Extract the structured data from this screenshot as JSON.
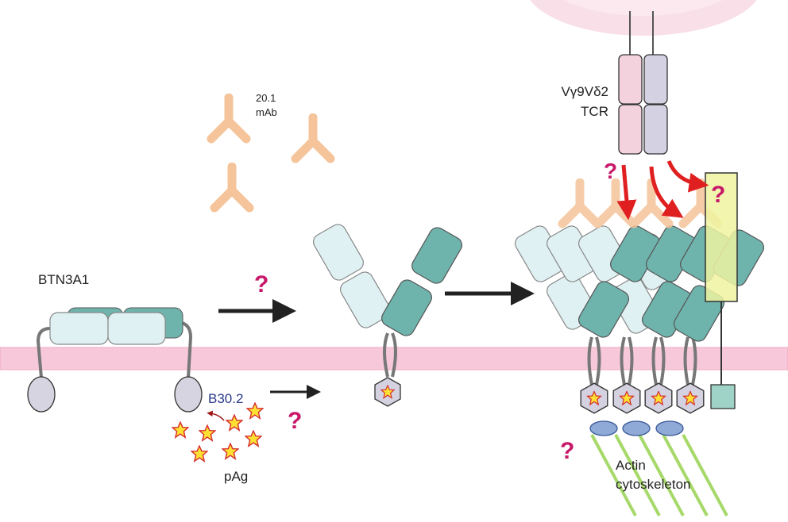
{
  "labels": {
    "btn3a1": "BTN3A1",
    "mab_line1": "20.1",
    "mab_line2": "mAb",
    "tcr_line1": "Vγ9Vδ2",
    "tcr_line2": "TCR",
    "b302": "B30.2",
    "pag": "pAg",
    "actin_line1": "Actin",
    "actin_line2": "cytoskeleton",
    "question": "?"
  },
  "colors": {
    "membrane": "#f6c8d9",
    "antibody": "#f5c49a",
    "light_domain": "#dff1f3",
    "teal_domain": "#6fb3ad",
    "star_fill": "#ffe033",
    "star_stroke": "#d62e2e",
    "question": "#c8186a",
    "red_arrow": "#e02020",
    "actin": "#a6d96a",
    "yellow_box": "#eef3a0",
    "b302_text": "#2a3a8a"
  }
}
